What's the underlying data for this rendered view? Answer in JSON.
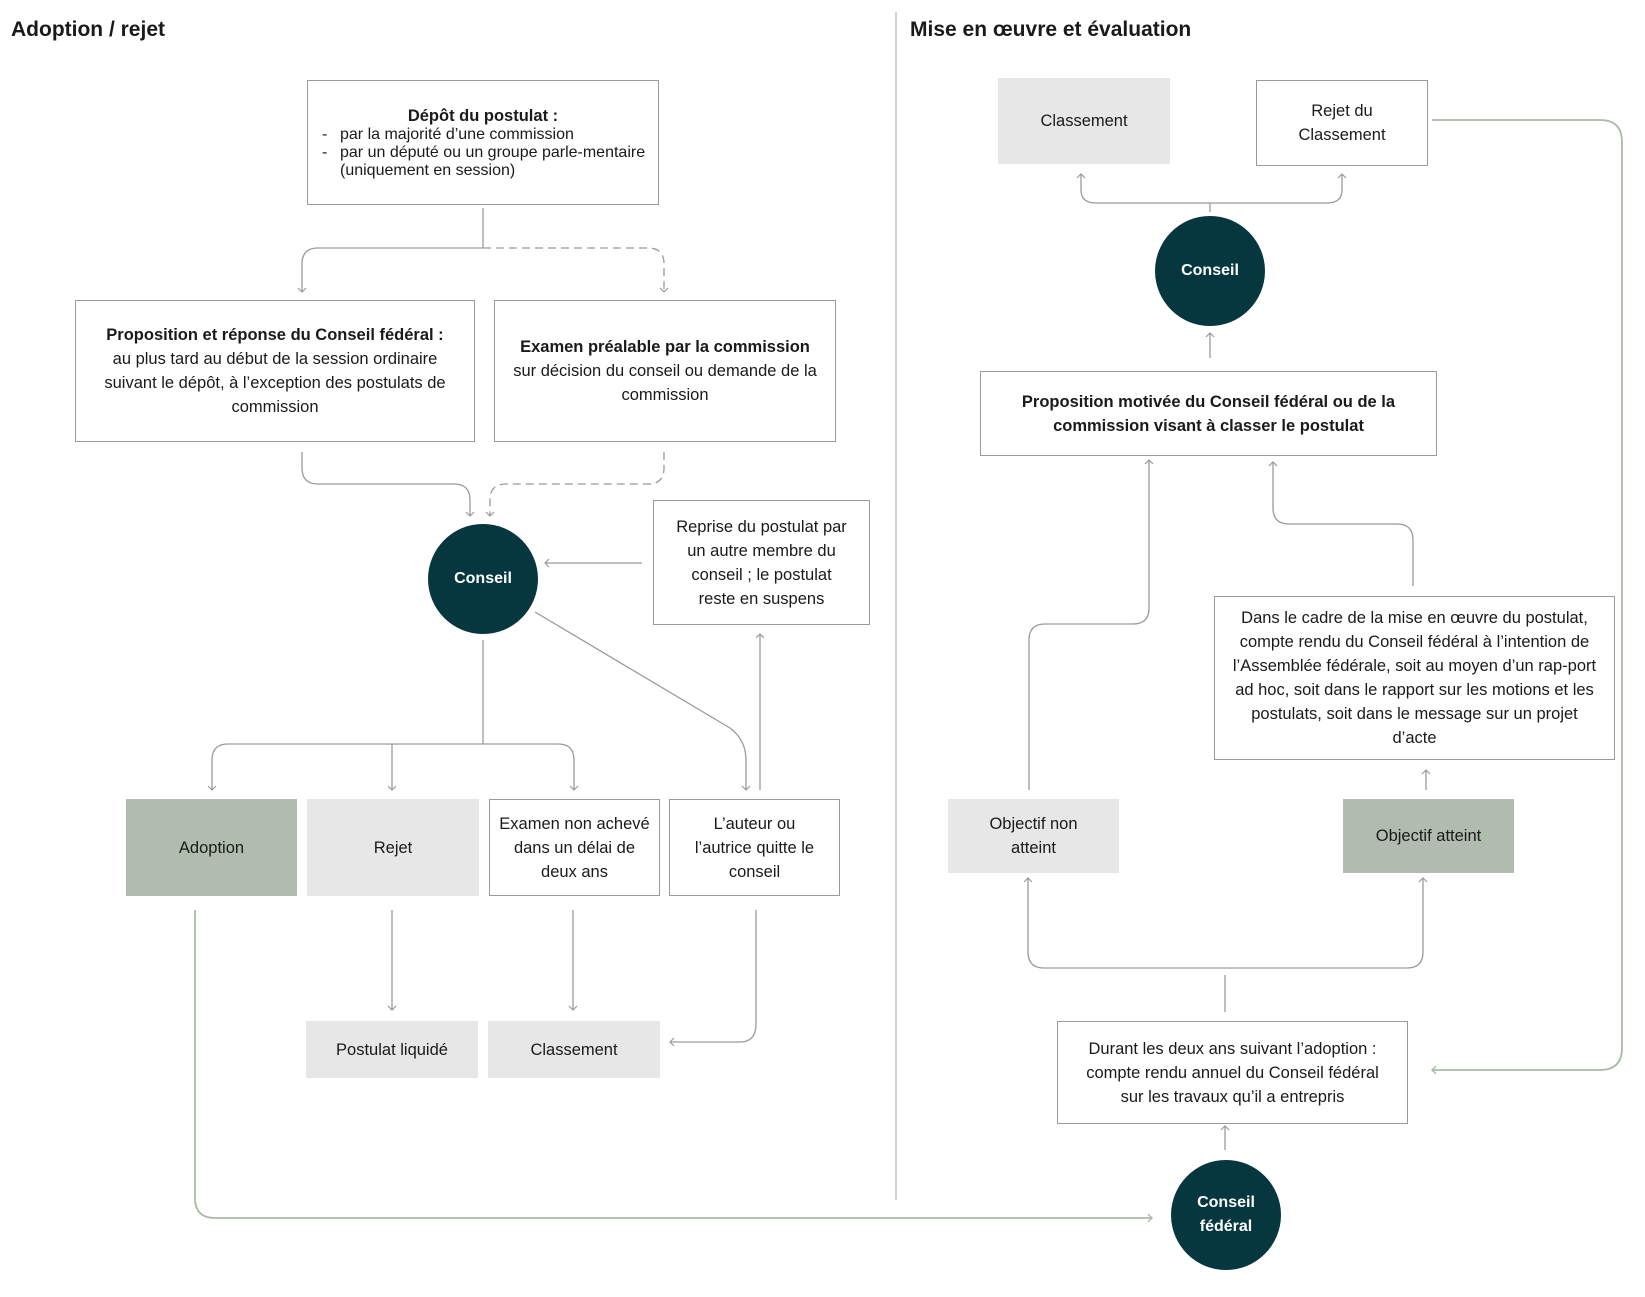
{
  "left": {
    "title": "Adoption / rejet",
    "depot": {
      "title": "Dépôt du postulat :",
      "items": [
        "par la majorité d’une commission",
        "par un député ou un groupe parle-mentaire (uniquement en session)"
      ]
    },
    "proposition": {
      "title": "Proposition et réponse du Conseil fédéral :",
      "text": "au plus tard au début de la session ordinaire suivant le dépôt, à l’exception des postulats de commission"
    },
    "examen_prealable": {
      "title": "Examen préalable par la commission",
      "text": "sur décision du conseil ou demande de la commission"
    },
    "conseil": "Conseil",
    "reprise": "Reprise du postulat par un autre membre du conseil ; le postulat reste en suspens",
    "adoption": "Adoption",
    "rejet": "Rejet",
    "examen_non_acheve": "Examen non achevé dans un délai de deux ans",
    "auteur_quitte": "L’auteur ou l’autrice quitte le conseil",
    "postulat_liquide": "Postulat liquidé",
    "classement": "Classement"
  },
  "right": {
    "title": "Mise en œuvre et évaluation",
    "classement": "Classement",
    "rejet_classement": "Rejet du Classement",
    "conseil": "Conseil",
    "proposition_motivee": "Proposition motivée du Conseil fédéral ou de la commission visant à classer le postulat",
    "compte_rendu": "Dans le cadre de la mise en œuvre du postulat, compte rendu du Conseil fédéral à l’intention de l’Assemblée fédérale, soit au moyen d’un rap-port ad hoc, soit dans le rapport sur les motions et les postulats, soit dans le message sur un projet d’acte",
    "objectif_non_atteint": "Objectif non atteint",
    "objectif_atteint": "Objectif atteint",
    "durant": "Durant les deux ans suivant l’adoption : compte rendu annuel du Conseil fédéral sur les travaux qu’il a entrepris",
    "conseil_federal": [
      "Conseil",
      "fédéral"
    ]
  },
  "colors": {
    "circle": "#06373f",
    "green_box": "#b0bcae",
    "grey_box": "#e7e7e7",
    "line": "#9a9a9a",
    "green_line": "#a9bba6"
  }
}
